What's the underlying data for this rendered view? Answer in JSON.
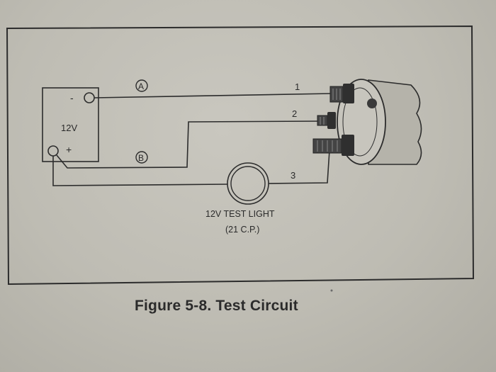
{
  "figure": {
    "caption": "Figure 5-8. Test Circuit"
  },
  "battery": {
    "voltage_label": "12V",
    "negative_label": "-",
    "positive_label": "+"
  },
  "wires": {
    "wire_a_label": "A",
    "wire_b_label": "B",
    "wire_1_label": "1",
    "wire_2_label": "2",
    "wire_3_label": "3"
  },
  "test_light": {
    "label_line1": "12V TEST LIGHT",
    "label_line2": "(21 C.P.)"
  },
  "colors": {
    "paper": "#c4c2ba",
    "ink": "#2a2a2a"
  }
}
